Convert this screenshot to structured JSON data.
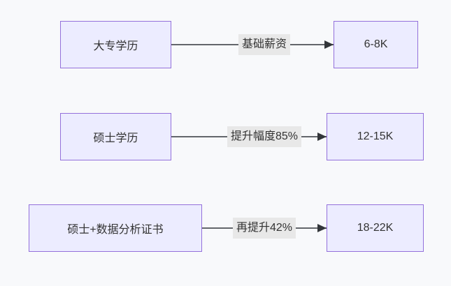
{
  "diagram": {
    "type": "flowchart-lr",
    "rows": [
      {
        "source": "大专学历",
        "edge_label": "基础薪资",
        "target": "6-8K"
      },
      {
        "source": "硕士学历",
        "edge_label": "提升幅度85%",
        "target": "12-15K"
      },
      {
        "source": "硕士+数据分析证书",
        "edge_label": "再提升42%",
        "target": "18-22K"
      }
    ],
    "colors": {
      "background": "#f8f9fb",
      "node_fill": "#ECECFF",
      "node_border": "#9370DB",
      "edge_line": "#63666b",
      "arrowhead": "#33363a",
      "edge_label_bg": "#e8e8e8",
      "text": "#333333"
    }
  }
}
